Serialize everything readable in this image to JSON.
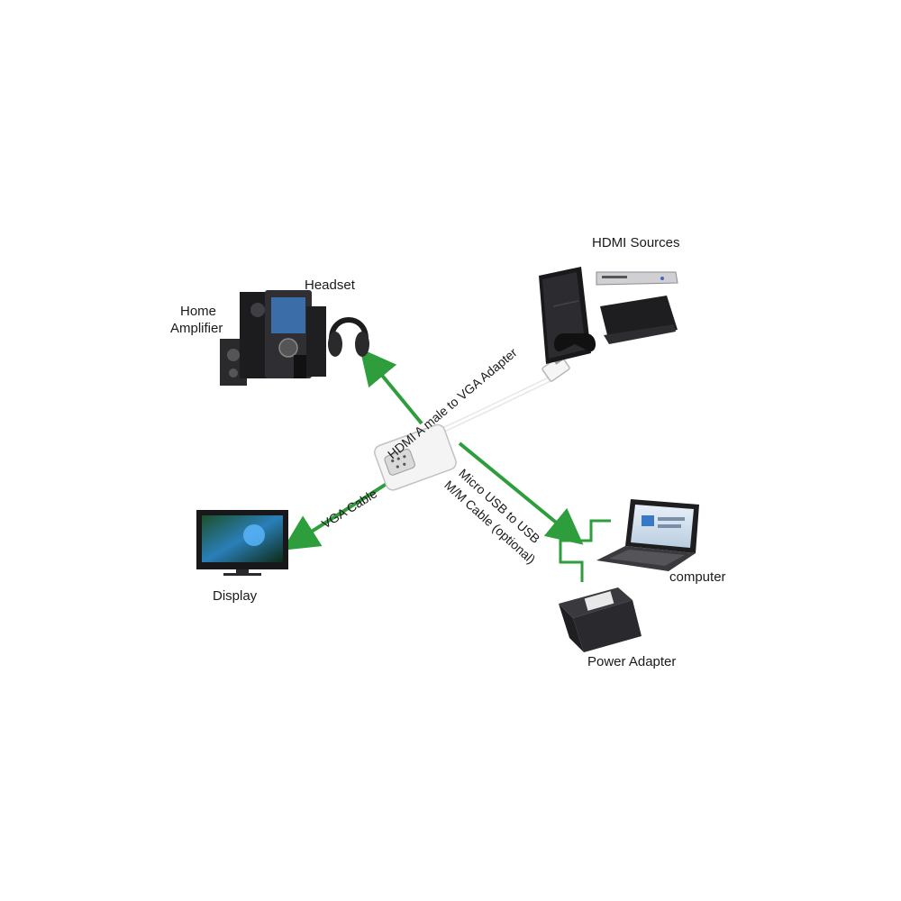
{
  "labels": {
    "hdmi_sources": "HDMI Sources",
    "headset": "Headset",
    "home_amplifier_line1": "Home",
    "home_amplifier_line2": "Amplifier",
    "display": "Display",
    "computer": "computer",
    "power_adapter": "Power Adapter",
    "adapter_caption": "HDMI A male to VGA Adapter",
    "vga_cable": "VGA Cable",
    "usb_cable_line1": "Micro USB to USB",
    "usb_cable_line2": "M/M Cable (optional)"
  },
  "colors": {
    "arrow_green": "#2e9e3c",
    "device_dark": "#1f1f22",
    "device_silver": "#c8c8cc",
    "adapter_white": "#f4f4f4"
  },
  "icons": [
    "game-console-icon",
    "dvd-player-icon",
    "speaker-system-icon",
    "headphones-icon",
    "tv-display-icon",
    "laptop-icon",
    "power-adapter-icon",
    "hdmi-vga-adapter-icon"
  ]
}
